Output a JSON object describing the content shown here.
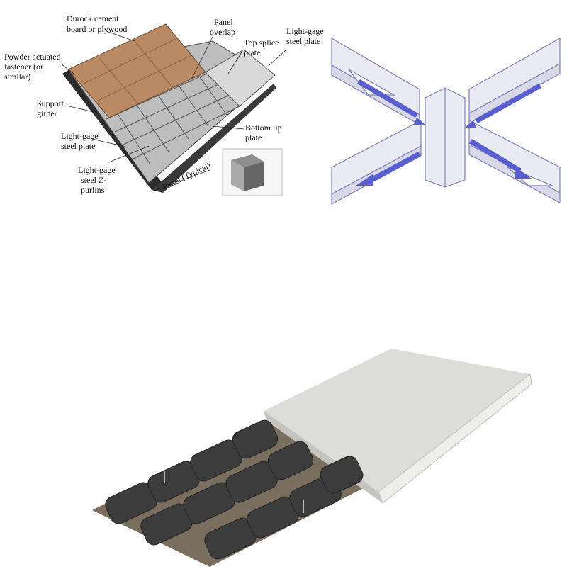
{
  "figure_a": {
    "labels": {
      "durock_1": "Durock cement",
      "durock_2": "board or plywood",
      "panel_overlap_1": "Panel",
      "panel_overlap_2": "overlap",
      "top_splice_1": "Top splice",
      "top_splice_2": "plate",
      "lightgage_top_1": "Light-gage",
      "lightgage_top_2": "steel plate",
      "powder_1": "Powder actuated",
      "powder_2": "fastener (or",
      "powder_3": "similar)",
      "support_1": "Support",
      "support_2": "girder",
      "lightgage_plate_1": "Light-gage",
      "lightgage_plate_2": "steel plate",
      "bottom_lip_1": "Bottom lip",
      "bottom_lip_2": "plate",
      "zpurlin_1": "Light-gage",
      "zpurlin_2": "steel Z-",
      "zpurlin_3": "purlins",
      "panel_typical": "Panel (Typical)"
    },
    "colors": {
      "board": "#b98a64",
      "board_lines": "#8a6446",
      "steel": "#d4d4d4",
      "frame_dark": "#333333"
    }
  },
  "figure_b": {
    "colors": {
      "member": "#eaeaf3",
      "edge": "#7d7fb8",
      "arrow": "#5a5fcf"
    }
  },
  "figure_c": {
    "colors": {
      "slab": "#dcdcd8",
      "slab_side": "#eeeeea",
      "foam": "#3c3c3c",
      "base": "#7a6e5e"
    }
  }
}
